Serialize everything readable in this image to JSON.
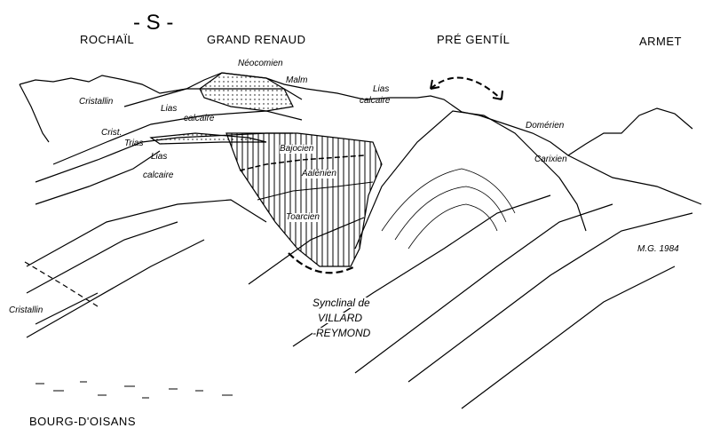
{
  "orientation": "- S -",
  "peaks": {
    "rochail": "ROCHAÏL",
    "grand_renaud": "GRAND RENAUD",
    "pre_gentil": "PRÉ GENTÍL",
    "armet": "ARMET"
  },
  "formations": {
    "neocomien": "Néocomien",
    "malm": "Malm",
    "cristallin_top": "Cristallin",
    "lias_1": "Lias",
    "calcaire_1": "calcaire",
    "crist": "Crist.",
    "trias": "Trias",
    "lias_2": "Lias",
    "calcaire_2": "calcaire",
    "lias_3": "Lias",
    "calcaire_3": "calcaire",
    "bajocien": "Bajocien",
    "aalenien": "Aalénien",
    "toarcien": "Toarcien",
    "domerien": "Domérien",
    "carixien": "Carixien",
    "cristallin_bottom": "Cristallin"
  },
  "syncline": {
    "line1": "Synclinal de",
    "line2": "VILLARD",
    "line3": "-REYMOND"
  },
  "town": "BOURG-D'OISANS",
  "signature": "M.G. 1984"
}
